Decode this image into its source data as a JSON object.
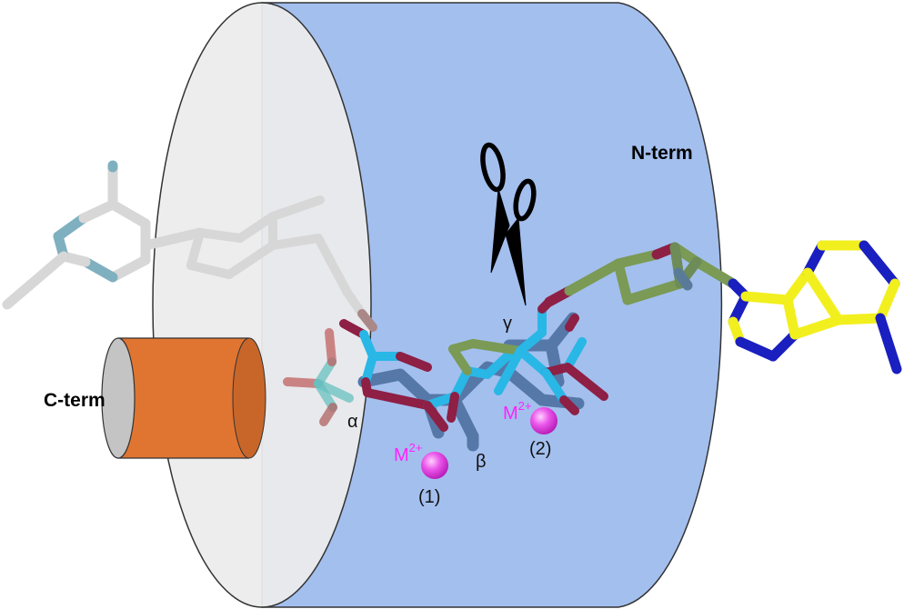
{
  "labels": {
    "c_term": "C-term",
    "n_term": "N-term",
    "alpha": "α",
    "beta": "β",
    "gamma": "γ",
    "metal_base": "M",
    "metal_charge": "2+",
    "site_1": "(1)",
    "site_2": "(2)"
  },
  "colors": {
    "barrel_blue": "#a3bfee",
    "barrel_front": "#ececec",
    "c_term_cylinder": "#e07531",
    "metal_ion": "#e040e0",
    "metal_label": "#ff22ff",
    "adenine_yellow": "#f2ef1e",
    "adenine_blue": "#1a1fbf",
    "phosphate_cyan": "#29b7e6",
    "oxygen_maroon": "#8e1f45",
    "ribose_green": "#7a9a55",
    "substrate_steel": "#5578a8",
    "ghost_grey": "#c8c8c8",
    "ghost_teal": "#7fb0c0"
  },
  "icons": [
    "scissors-icon",
    "metal-ion-icon"
  ]
}
